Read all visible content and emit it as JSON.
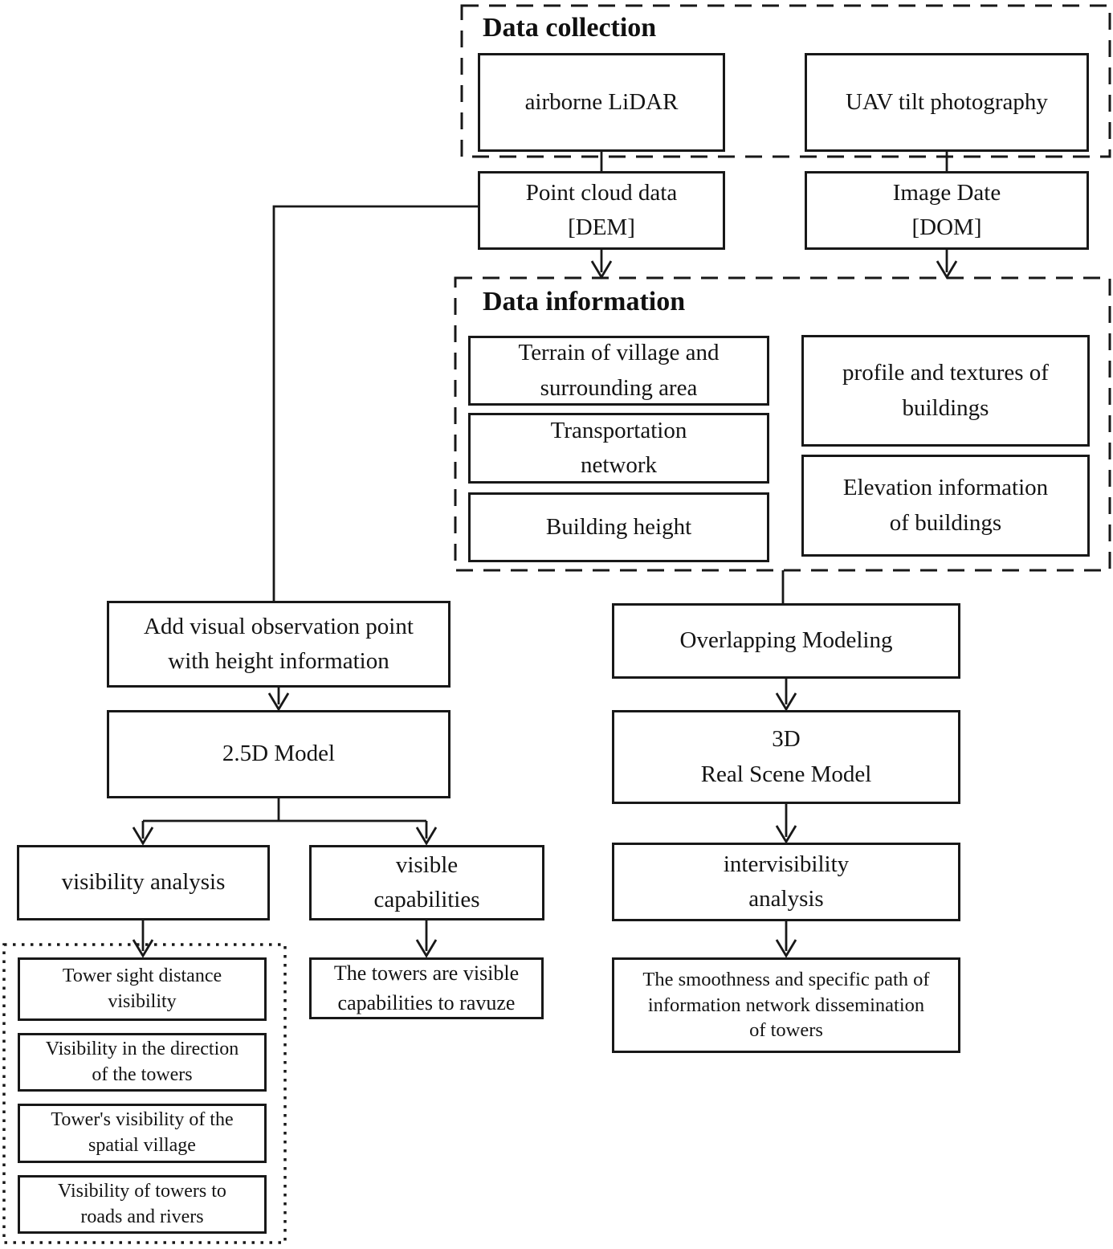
{
  "diagram": {
    "colors": {
      "line": "#181818",
      "background": "#ffffff"
    },
    "data_collection": {
      "title": "Data collection",
      "airborne_lidar": "airborne LiDAR",
      "uav_tilt_photography": "UAV tilt photography"
    },
    "outputs": {
      "point_cloud": "Point cloud data\n[DEM]",
      "image_data": "Image Date\n[DOM]"
    },
    "data_information": {
      "title": "Data information",
      "left": [
        "Terrain of village and\nsurrounding area",
        "Transportation\nnetwork",
        "Building height"
      ],
      "right": [
        "profile and textures of\nbuildings",
        "Elevation information\nof buildings"
      ]
    },
    "left_branch": {
      "add_observation_point": "Add visual observation point\nwith height information",
      "model_25d": "2.5D Model",
      "visibility_analysis": "visibility analysis",
      "visible_capabilities": "visible\ncapabilities",
      "visible_capabilities_result": "The towers are visible\ncapabilities to ravuze",
      "visibility_items": [
        "Tower sight distance\nvisibility",
        "Visibility in the direction\nof the towers",
        "Tower's visibility of the\nspatial village",
        "Visibility of towers to\nroads and rivers"
      ]
    },
    "right_branch": {
      "overlapping_modeling": "Overlapping Modeling",
      "model_3d": "3D\nReal Scene Model",
      "intervisibility_analysis": "intervisibility\nanalysis",
      "intervisibility_result": "The smoothness and specific path of\ninformation network dissemination\nof towers"
    }
  }
}
